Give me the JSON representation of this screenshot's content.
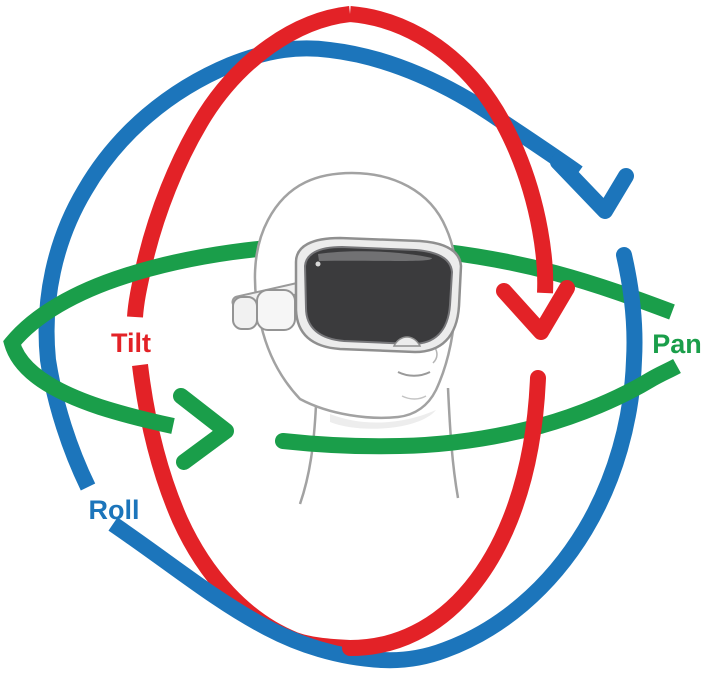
{
  "diagram": {
    "type": "head-rotation-axes",
    "subject": "person wearing VR headset",
    "background": "#ffffff",
    "axes": [
      {
        "id": "tilt",
        "label": "Tilt",
        "color": "#e32227",
        "arrow_direction": "down",
        "label_position": "left-middle"
      },
      {
        "id": "roll",
        "label": "Roll",
        "color": "#1c75bb",
        "arrow_direction": "down-right",
        "label_position": "lower-left"
      },
      {
        "id": "pan",
        "label": "Pan",
        "color": "#1a9e4a",
        "arrow_direction": "right",
        "label_position": "right-middle"
      }
    ],
    "head": {
      "outline_color": "#a2a2a2",
      "skin_fill": "#ffffff",
      "headset_rim_color": "#ececec",
      "headset_glass_color": "#3b3b3d"
    }
  }
}
